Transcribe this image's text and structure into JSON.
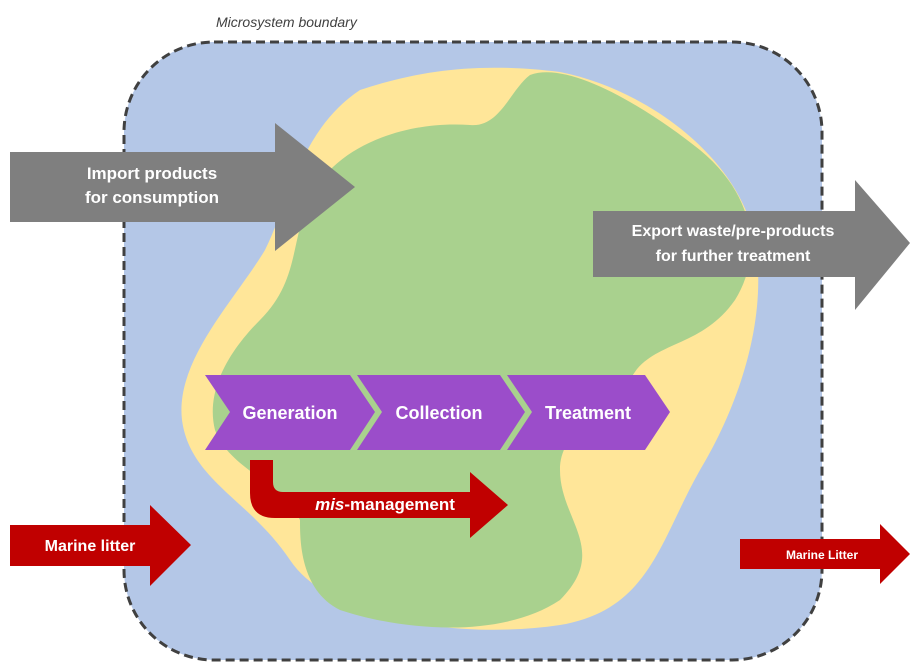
{
  "boundary": {
    "label": "Microsystem boundary"
  },
  "arrows": {
    "import": {
      "line1": "Import products",
      "line2": "for consumption"
    },
    "export": {
      "line1": "Export waste/pre-products",
      "line2": "for further treatment"
    },
    "marine_in": {
      "label": "Marine litter"
    },
    "marine_out": {
      "label": "Marine Litter"
    },
    "mismanagement": {
      "prefix": "mis",
      "suffix": "-management"
    }
  },
  "chain": [
    {
      "label": "Generation"
    },
    {
      "label": "Collection"
    },
    {
      "label": "Treatment"
    }
  ],
  "colors": {
    "sea": "#b4c7e7",
    "beach": "#ffe699",
    "land": "#a9d18e",
    "grey_arrow": "#7f7f7f",
    "red_arrow": "#c00000",
    "chevron": "#9b4dca",
    "boundary": "#404040"
  }
}
